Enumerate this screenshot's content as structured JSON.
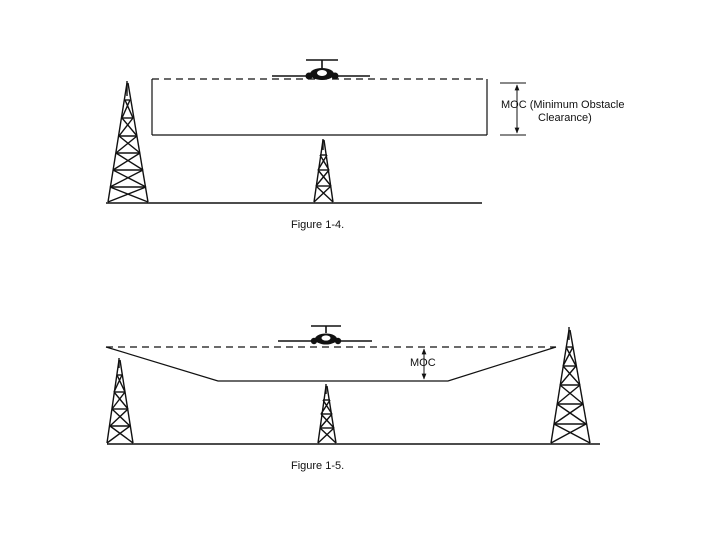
{
  "figure_1_4": {
    "caption": "Figure 1-4.",
    "moc_label_line1": "MOC (Minimum  Obstacle",
    "moc_label_line2": "Clearance)"
  },
  "figure_1_5": {
    "caption": "Figure 1-5.",
    "moc_label": "MOC"
  },
  "colors": {
    "ink": "#111111",
    "background": "#ffffff"
  }
}
